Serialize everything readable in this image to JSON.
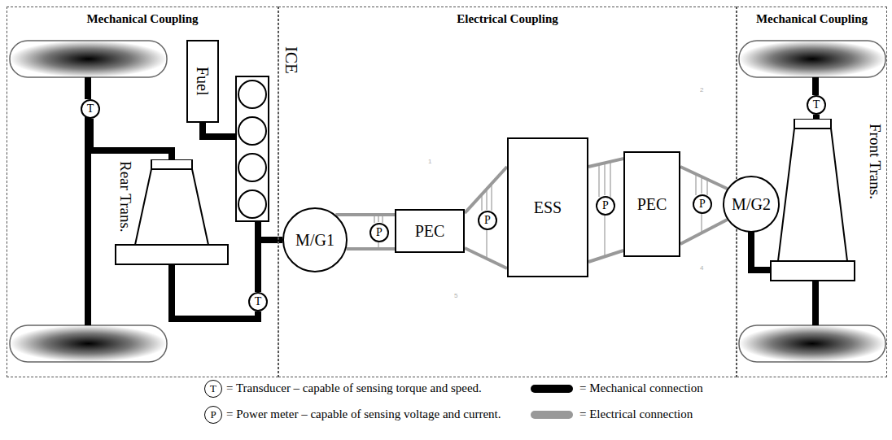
{
  "diagram": {
    "nodes": [
      {
        "text": [
          "Mechanical Coupling"
        ]
      },
      {
        "text": [
          "Electrical Coupling"
        ]
      },
      {
        "text": [
          "Mechanical Coupling"
        ]
      },
      {
        "text": [
          "T"
        ],
        "in": 0
      },
      {
        "text": [
          "Fuel"
        ],
        "in": 0
      },
      {
        "text": [
          "ICE"
        ],
        "in": 0
      },
      {
        "text": [
          "Rear Trans."
        ],
        "in": 0
      },
      {
        "text": [
          "T"
        ],
        "in": 0
      },
      {
        "text": [
          "M/G1"
        ],
        "in": 1
      },
      {
        "text": [
          "P"
        ],
        "in": 1
      },
      {
        "text": [
          "PEC"
        ],
        "in": 1
      },
      {
        "text": [
          "P"
        ],
        "in": 1
      },
      {
        "text": [
          "ESS"
        ],
        "in": 1
      },
      {
        "text": [
          "P"
        ],
        "in": 1
      },
      {
        "text": [
          "PEC"
        ],
        "in": 1
      },
      {
        "text": [
          "P"
        ],
        "in": 1
      },
      {
        "text": [
          "M/G2"
        ],
        "in": 2
      },
      {
        "text": [
          "Front Trans."
        ],
        "in": 2
      },
      {
        "text": [
          "T"
        ],
        "in": 2
      }
    ],
    "edges": [
      {
        "from": 4,
        "to": 5,
        "arrow": "none"
      },
      {
        "from": 5,
        "to": 7,
        "arrow": "none"
      },
      {
        "from": 7,
        "to": 6,
        "arrow": "none"
      },
      {
        "from": 5,
        "to": 8,
        "arrow": "none"
      },
      {
        "from": 6,
        "to": 3,
        "arrow": "none"
      },
      {
        "from": 8,
        "to": 10,
        "arrow": "none"
      },
      {
        "from": 10,
        "to": 12,
        "arrow": "none"
      },
      {
        "from": 12,
        "to": 14,
        "arrow": "none"
      },
      {
        "from": 14,
        "to": 16,
        "arrow": "none"
      },
      {
        "from": 16,
        "to": 17,
        "arrow": "none"
      },
      {
        "from": 17,
        "to": 18,
        "arrow": "none"
      }
    ],
    "labels": [
      "1",
      "2",
      "4",
      "5",
      "T",
      "P"
    ],
    "legend": [
      {
        "text": "= Transducer – capable of sensing torque and speed."
      },
      {
        "text": "= Power meter – capable of sensing voltage and current."
      },
      {
        "text": "= Mechanical connection",
        "color": "#000000"
      },
      {
        "text": "= Electrical connection",
        "color": "#999999"
      }
    ]
  }
}
